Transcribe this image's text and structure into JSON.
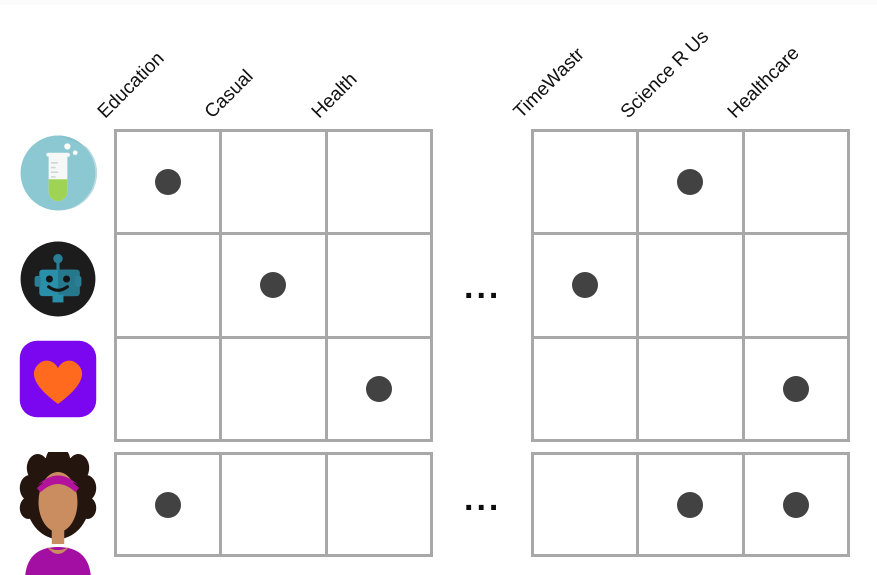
{
  "figure": {
    "type": "grid-matrix",
    "background_color": "#ffffff",
    "grid_line_color": "#a8a8a8",
    "dot_color": "#424242",
    "ellipsis_text": "...",
    "header_rotation_deg": -45
  },
  "columns": {
    "left_group": [
      {
        "id": "education",
        "label": "Education"
      },
      {
        "id": "casual",
        "label": "Casual"
      },
      {
        "id": "health",
        "label": "Health"
      }
    ],
    "right_group": [
      {
        "id": "timewastr",
        "label": "TimeWastr"
      },
      {
        "id": "science-r-us",
        "label": "Science R Us"
      },
      {
        "id": "healthcare",
        "label": "Healthcare"
      }
    ]
  },
  "rows": [
    {
      "id": "test-tube",
      "icon_name": "test-tube-icon",
      "icon_colors": {
        "circle": "#8cc8d2",
        "tube": "#f4f6f5",
        "liquid": "#9fd356"
      },
      "left_marks": [
        true,
        false,
        false
      ],
      "right_marks": [
        false,
        true,
        false
      ]
    },
    {
      "id": "robot",
      "icon_name": "robot-head-icon",
      "icon_colors": {
        "circle": "#1c1c1c",
        "body": "#2a7f96"
      },
      "left_marks": [
        false,
        true,
        false
      ],
      "right_marks": [
        true,
        false,
        false
      ]
    },
    {
      "id": "heart",
      "icon_name": "heart-icon",
      "icon_colors": {
        "square": "#7b07f0",
        "heart": "#ff6a1f"
      },
      "left_marks": [
        false,
        false,
        true
      ],
      "right_marks": [
        false,
        false,
        true
      ]
    },
    {
      "id": "person",
      "icon_name": "person-avatar-icon",
      "icon_colors": {
        "hair": "#24150e",
        "headband": "#b3129c",
        "skin": "#c98d60",
        "shirt": "#a30fa3"
      },
      "left_marks": [
        true,
        false,
        false
      ],
      "right_marks": [
        false,
        true,
        true
      ]
    }
  ],
  "separators": [
    {
      "id": "separator-top",
      "label": "..."
    },
    {
      "id": "separator-bottom",
      "label": "..."
    }
  ]
}
